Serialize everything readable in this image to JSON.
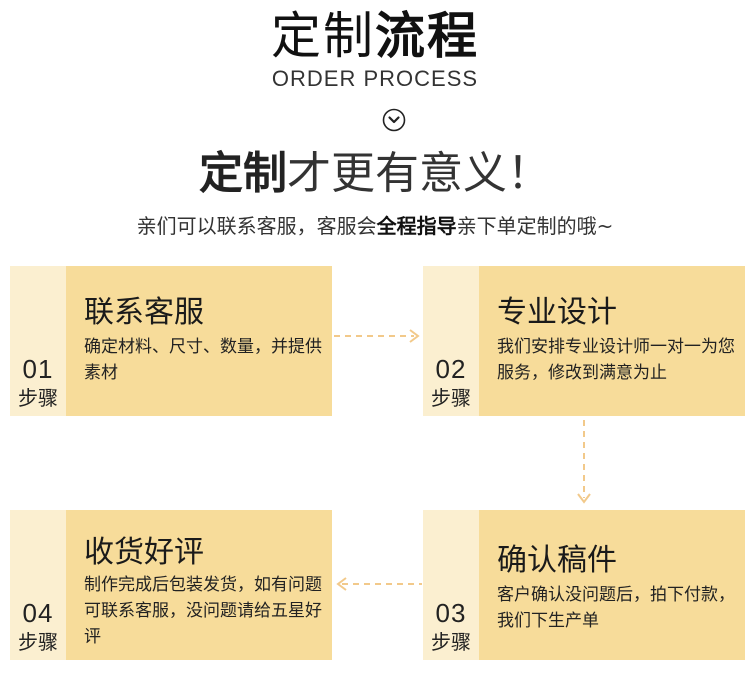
{
  "header": {
    "title_part1": "定制",
    "title_part2": "流程",
    "subtitle": "ORDER PROCESS",
    "slogan_bold": "定制",
    "slogan_rest": "才更有意义！",
    "desc_part1": "亲们可以联系客服，客服会",
    "desc_bold": "全程指导",
    "desc_part2": "亲下单定制的哦~"
  },
  "steps": [
    {
      "num": "01",
      "step_label": "步骤",
      "title": "联系客服",
      "desc": "确定材料、尺寸、数量，并提供素材"
    },
    {
      "num": "02",
      "step_label": "步骤",
      "title": "专业设计",
      "desc": "我们安排专业设计师一对一为您服务，修改到满意为止"
    },
    {
      "num": "03",
      "step_label": "步骤",
      "title": "确认稿件",
      "desc": "客户确认没问题后，拍下付款，我们下生产单"
    },
    {
      "num": "04",
      "step_label": "步骤",
      "title": "收货好评",
      "desc": "制作完成后包装发货，如有问题可联系客服，没问题请给五星好评"
    }
  ],
  "colors": {
    "card_light": "#fbefd0",
    "card_main": "#f7dc9a",
    "arrow": "#f2c98a"
  },
  "icons": {
    "header_icon": "chevron-down-circle-icon",
    "connector_icon": "dashed-arrow-icon"
  }
}
